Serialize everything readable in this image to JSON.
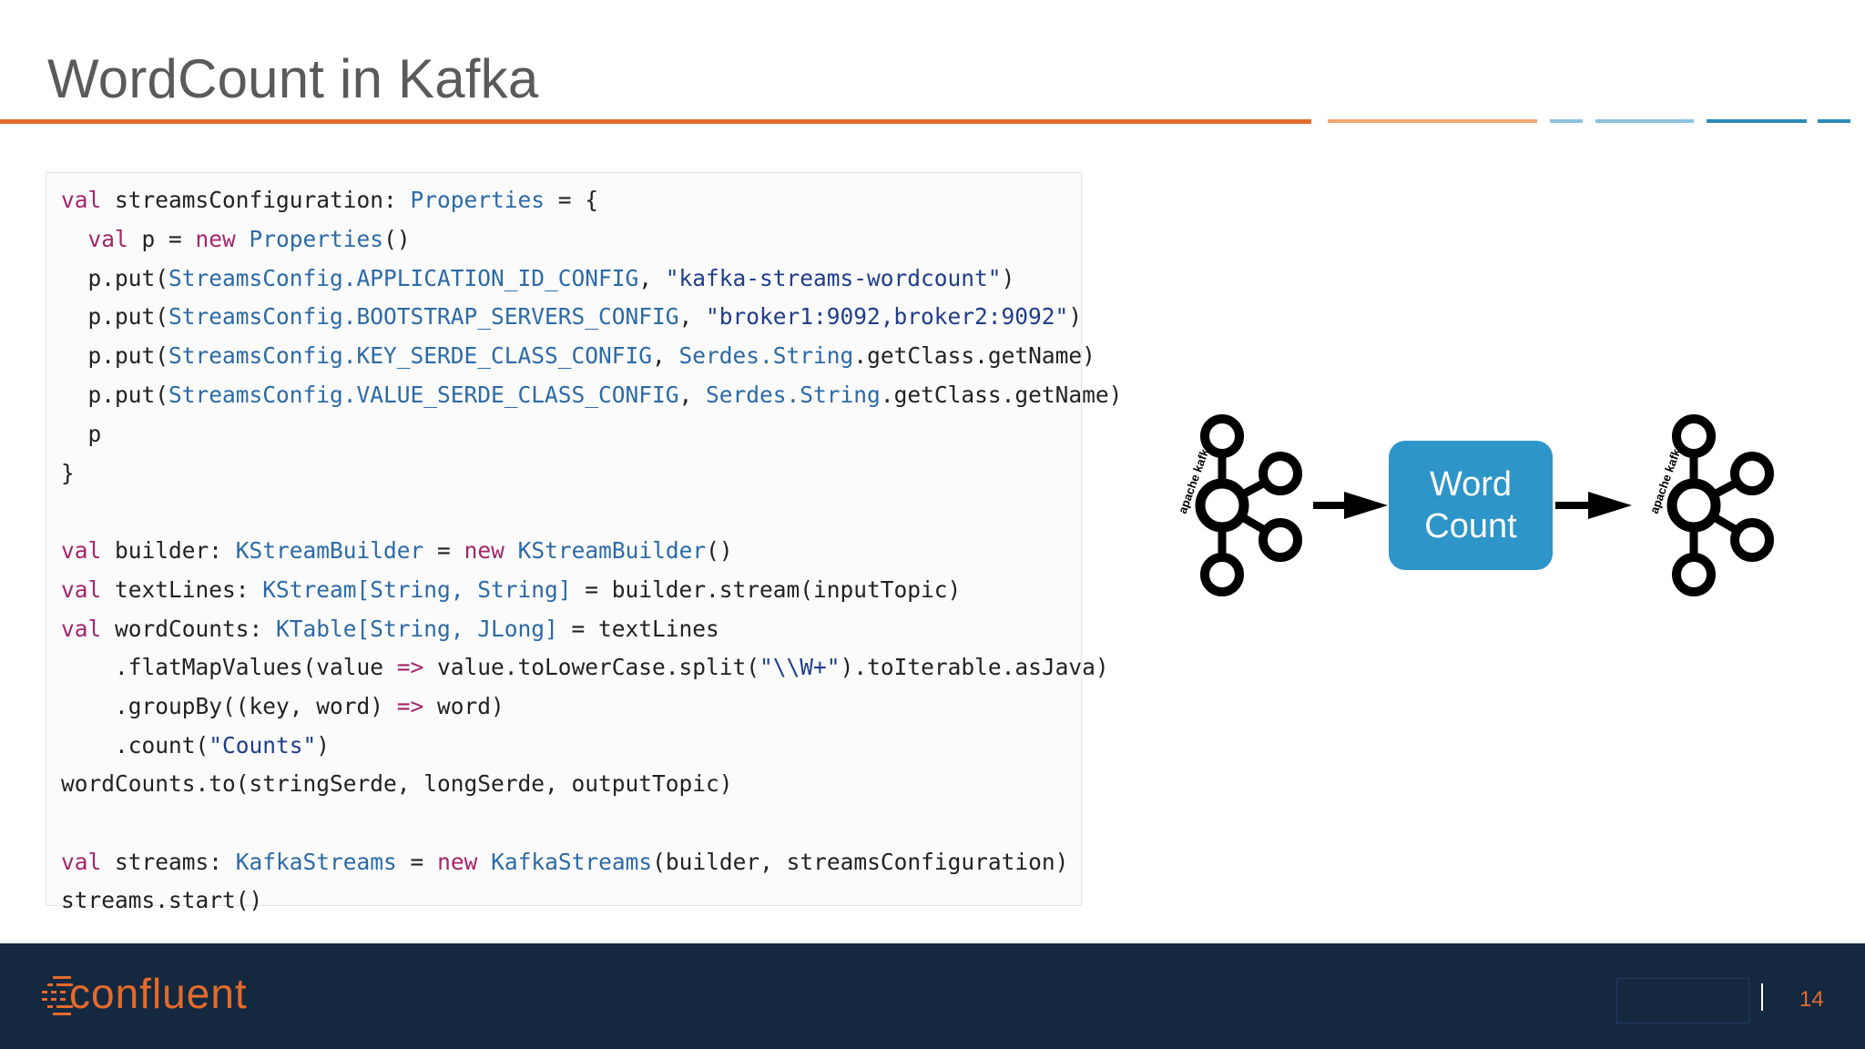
{
  "slide": {
    "title": "WordCount in Kafka",
    "page_number": "14"
  },
  "code": {
    "lines": [
      [
        {
          "t": "val ",
          "c": "kw"
        },
        {
          "t": "streamsConfiguration: ",
          "c": ""
        },
        {
          "t": "Properties",
          "c": "ty"
        },
        {
          "t": " = {",
          "c": ""
        }
      ],
      [
        {
          "t": "  val ",
          "c": "kw"
        },
        {
          "t": "p = ",
          "c": ""
        },
        {
          "t": "new ",
          "c": "kw"
        },
        {
          "t": "Properties",
          "c": "ty"
        },
        {
          "t": "()",
          "c": ""
        }
      ],
      [
        {
          "t": "  p.put(",
          "c": ""
        },
        {
          "t": "StreamsConfig.APPLICATION_ID_CONFIG",
          "c": "ty"
        },
        {
          "t": ", ",
          "c": ""
        },
        {
          "t": "\"kafka-streams-wordcount\"",
          "c": "str"
        },
        {
          "t": ")",
          "c": ""
        }
      ],
      [
        {
          "t": "  p.put(",
          "c": ""
        },
        {
          "t": "StreamsConfig.BOOTSTRAP_SERVERS_CONFIG",
          "c": "ty"
        },
        {
          "t": ", ",
          "c": ""
        },
        {
          "t": "\"broker1:9092,broker2:9092\"",
          "c": "str"
        },
        {
          "t": ")",
          "c": ""
        }
      ],
      [
        {
          "t": "  p.put(",
          "c": ""
        },
        {
          "t": "StreamsConfig.KEY_SERDE_CLASS_CONFIG",
          "c": "ty"
        },
        {
          "t": ", ",
          "c": ""
        },
        {
          "t": "Serdes.String",
          "c": "ty"
        },
        {
          "t": ".getClass.getName)",
          "c": ""
        }
      ],
      [
        {
          "t": "  p.put(",
          "c": ""
        },
        {
          "t": "StreamsConfig.VALUE_SERDE_CLASS_CONFIG",
          "c": "ty"
        },
        {
          "t": ", ",
          "c": ""
        },
        {
          "t": "Serdes.String",
          "c": "ty"
        },
        {
          "t": ".getClass.getName)",
          "c": ""
        }
      ],
      [
        {
          "t": "  p",
          "c": ""
        }
      ],
      [
        {
          "t": "}",
          "c": ""
        }
      ],
      [
        {
          "t": "",
          "c": ""
        }
      ],
      [
        {
          "t": "val ",
          "c": "kw"
        },
        {
          "t": "builder: ",
          "c": ""
        },
        {
          "t": "KStreamBuilder",
          "c": "ty"
        },
        {
          "t": " = ",
          "c": ""
        },
        {
          "t": "new ",
          "c": "kw"
        },
        {
          "t": "KStreamBuilder",
          "c": "ty"
        },
        {
          "t": "()",
          "c": ""
        }
      ],
      [
        {
          "t": "val ",
          "c": "kw"
        },
        {
          "t": "textLines: ",
          "c": ""
        },
        {
          "t": "KStream[String, String]",
          "c": "ty"
        },
        {
          "t": " = builder.stream(inputTopic)",
          "c": ""
        }
      ],
      [
        {
          "t": "val ",
          "c": "kw"
        },
        {
          "t": "wordCounts: ",
          "c": ""
        },
        {
          "t": "KTable[String, JLong]",
          "c": "ty"
        },
        {
          "t": " = textLines",
          "c": ""
        }
      ],
      [
        {
          "t": "    .flatMapValues(value ",
          "c": ""
        },
        {
          "t": "=>",
          "c": "op"
        },
        {
          "t": " value.toLowerCase.split(",
          "c": ""
        },
        {
          "t": "\"\\\\W+\"",
          "c": "str"
        },
        {
          "t": ").toIterable.asJava)",
          "c": ""
        }
      ],
      [
        {
          "t": "    .groupBy((key, word) ",
          "c": ""
        },
        {
          "t": "=>",
          "c": "op"
        },
        {
          "t": " word)",
          "c": ""
        }
      ],
      [
        {
          "t": "    .count(",
          "c": ""
        },
        {
          "t": "\"Counts\"",
          "c": "str"
        },
        {
          "t": ")",
          "c": ""
        }
      ],
      [
        {
          "t": "wordCounts.to(stringSerde, longSerde, outputTopic)",
          "c": ""
        }
      ],
      [
        {
          "t": "",
          "c": ""
        }
      ],
      [
        {
          "t": "val ",
          "c": "kw"
        },
        {
          "t": "streams: ",
          "c": ""
        },
        {
          "t": "KafkaStreams",
          "c": "ty"
        },
        {
          "t": " = ",
          "c": ""
        },
        {
          "t": "new ",
          "c": "kw"
        },
        {
          "t": "KafkaStreams",
          "c": "ty"
        },
        {
          "t": "(builder, streamsConfiguration)",
          "c": ""
        }
      ],
      [
        {
          "t": "streams.start()",
          "c": ""
        }
      ]
    ]
  },
  "diagram": {
    "box_line1": "Word",
    "box_line2": "Count",
    "kafka_logo_text": "apache kafka"
  },
  "footer": {
    "brand": "confluent"
  },
  "colors": {
    "orange": "#e46b2b",
    "blue": "#2d95c8",
    "footer_bg": "#14283f"
  }
}
